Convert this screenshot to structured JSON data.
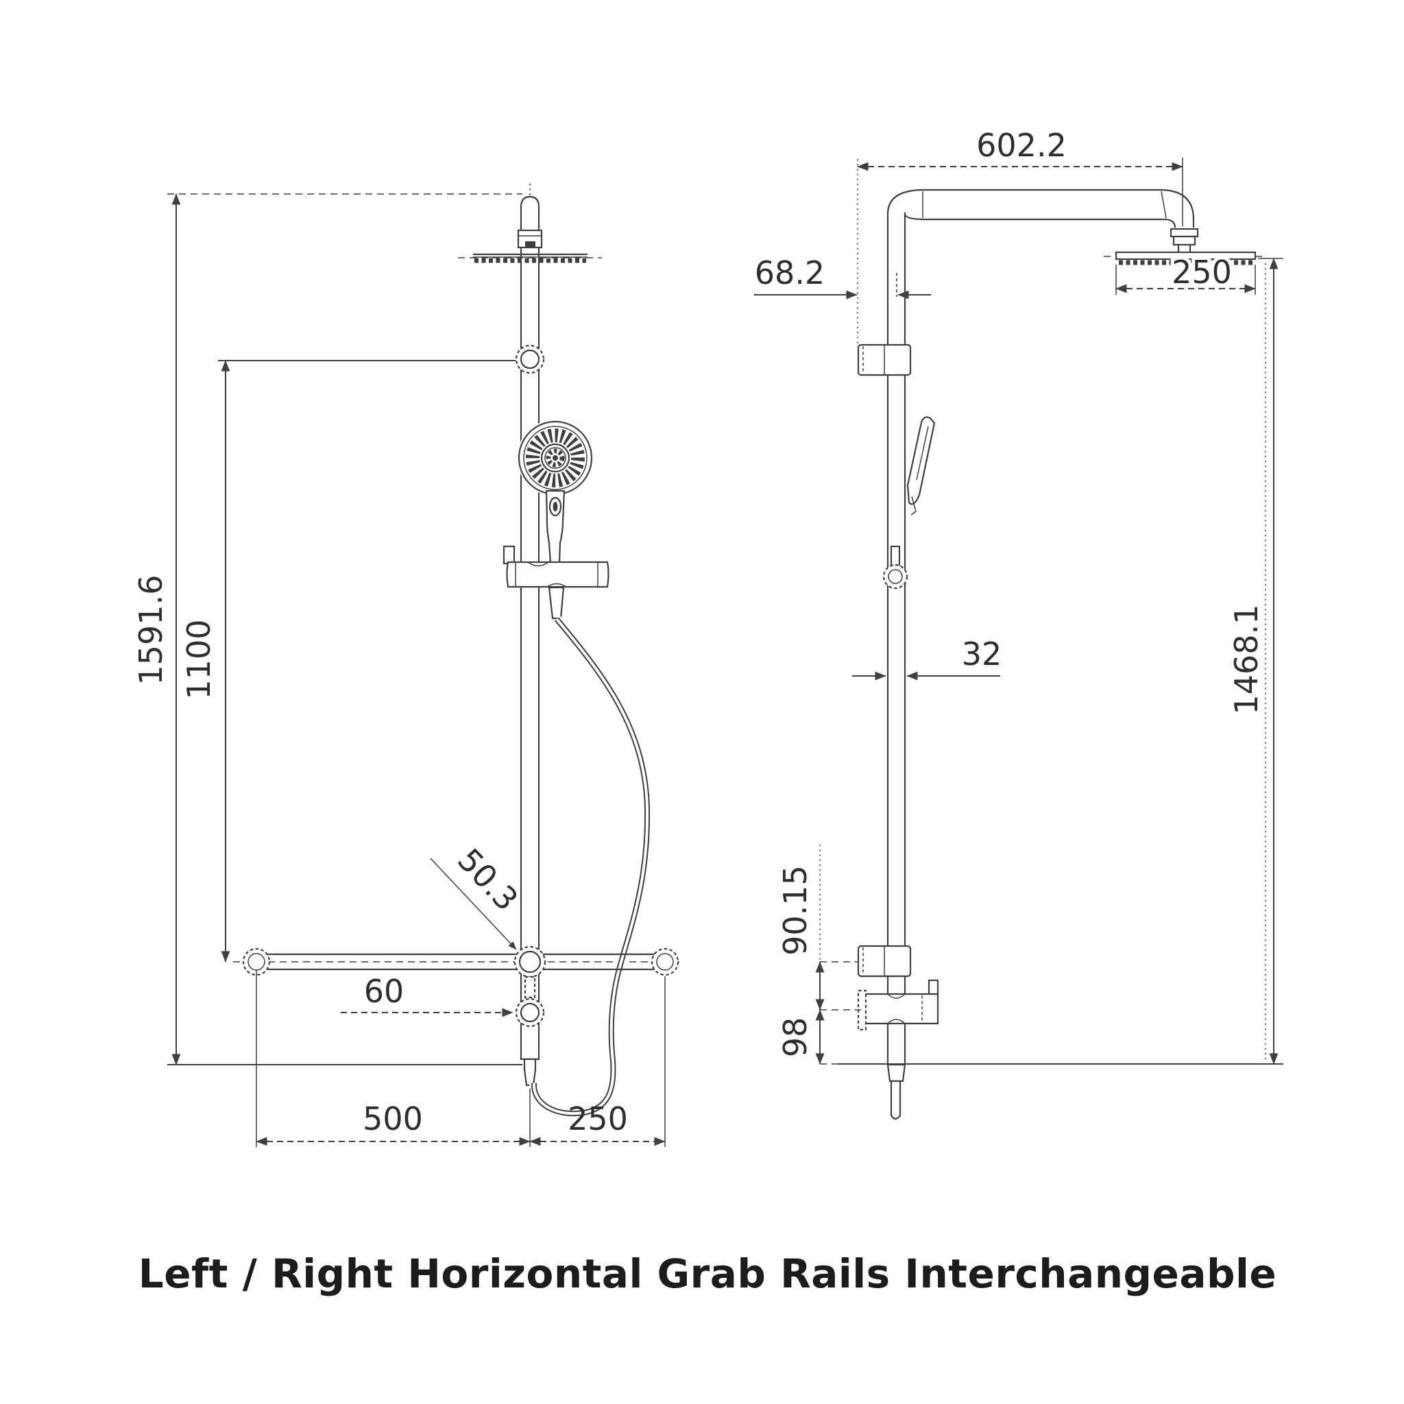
{
  "drawing": {
    "caption": "Left / Right Horizontal Grab Rails Interchangeable",
    "front_view": {
      "overall_height": "1591.6",
      "handheld_connector_height": "1100",
      "rail_left_length": "500",
      "rail_right_length": "250",
      "diverter_offset": "60",
      "rail_junction_diameter": "50.3"
    },
    "side_view": {
      "arm_projection": "602.2",
      "wall_to_riser": "68.2",
      "head_diameter": "250",
      "riser_diameter": "32",
      "head_to_outlet_height": "1468.1",
      "bracket_to_rail": "90.15",
      "rail_to_outlet": "98"
    }
  }
}
